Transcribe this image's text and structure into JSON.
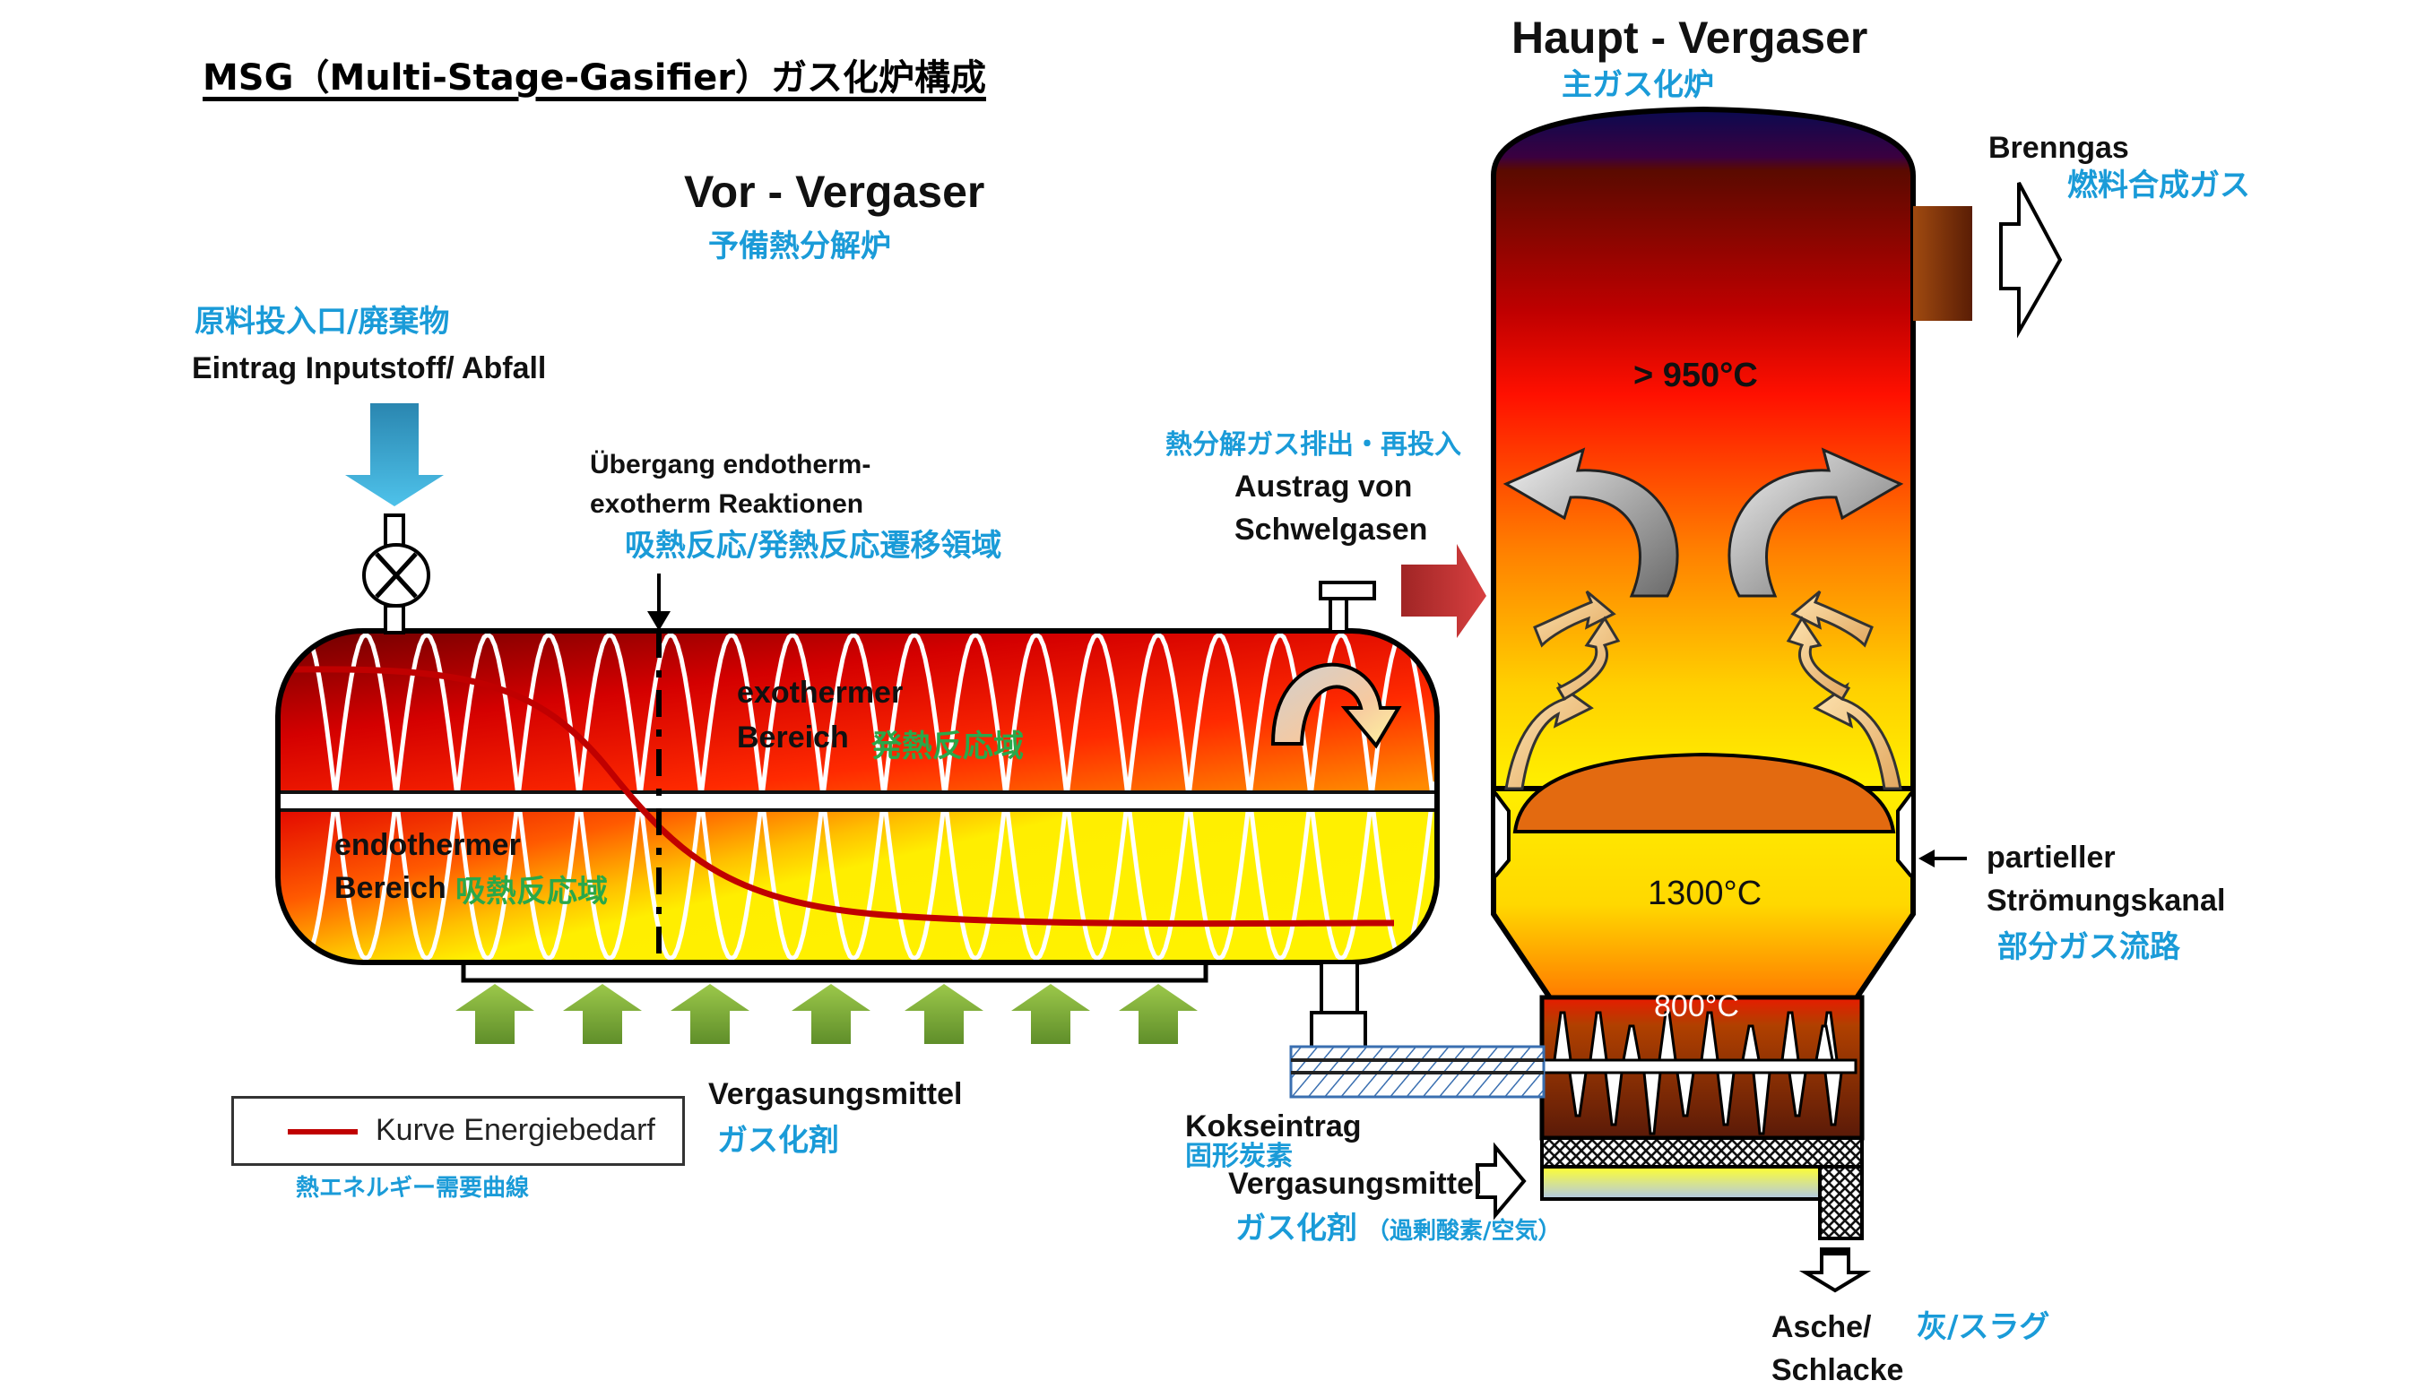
{
  "title": "MSG（Multi-Stage-Gasifier）ガス化炉構成",
  "pre_gasifier": {
    "name_de": "Vor - Vergaser",
    "name_jp": "予備熱分解炉",
    "input_jp": "原料投入口/廃棄物",
    "input_de": "Eintrag Inputstoff/ Abfall",
    "transition_de_line1": "Übergang endotherm-",
    "transition_de_line2": "exotherm Reaktionen",
    "transition_jp": "吸熱反応/発熱反応遷移領域",
    "exo_de_line1": "exothermer",
    "exo_de_line2": "Bereich",
    "exo_jp": "発熱反応域",
    "endo_de_line1": "endothermer",
    "endo_de_line2": "Bereich",
    "endo_jp": "吸熱反応域",
    "agent_de": "Vergasungsmittel",
    "agent_jp": "ガス化剤",
    "gas_out_jp": "熱分解ガス排出・再投入",
    "gas_out_de_line1": "Austrag von",
    "gas_out_de_line2": "Schwelgasen"
  },
  "legend": {
    "label": "Kurve Energiebedarf",
    "label_jp": "熱エネルギー需要曲線",
    "color": "#c00000"
  },
  "main_gasifier": {
    "name_de": "Haupt - Vergaser",
    "name_jp": "主ガス化炉",
    "temp_top": "> 950°C",
    "temp_mid": "1300°C",
    "temp_bottom": "800°C",
    "output_de": "Brenngas",
    "output_jp": "燃料合成ガス",
    "channel_de_line1": "partieller",
    "channel_de_line2": "Strömungskanal",
    "channel_jp": "部分ガス流路",
    "coke_de": "Kokseintrag",
    "coke_jp": "固形炭素",
    "agent_de": "Vergasungsmittel",
    "agent_jp": "ガス化剤",
    "agent_jp_note": "（過剰酸素/空気）",
    "ash_de_line1": "Asche/",
    "ash_de_line2": "Schlacke",
    "ash_jp": "灰/スラグ"
  },
  "colors": {
    "jp_label": "#1a9bd8",
    "jp_zone_label": "#2aa84a",
    "input_arrow": "#2e9fd0",
    "agent_arrow": "#7aab3a",
    "schwelgas_arrow": "#c0393b",
    "energy_curve": "#c00000"
  }
}
